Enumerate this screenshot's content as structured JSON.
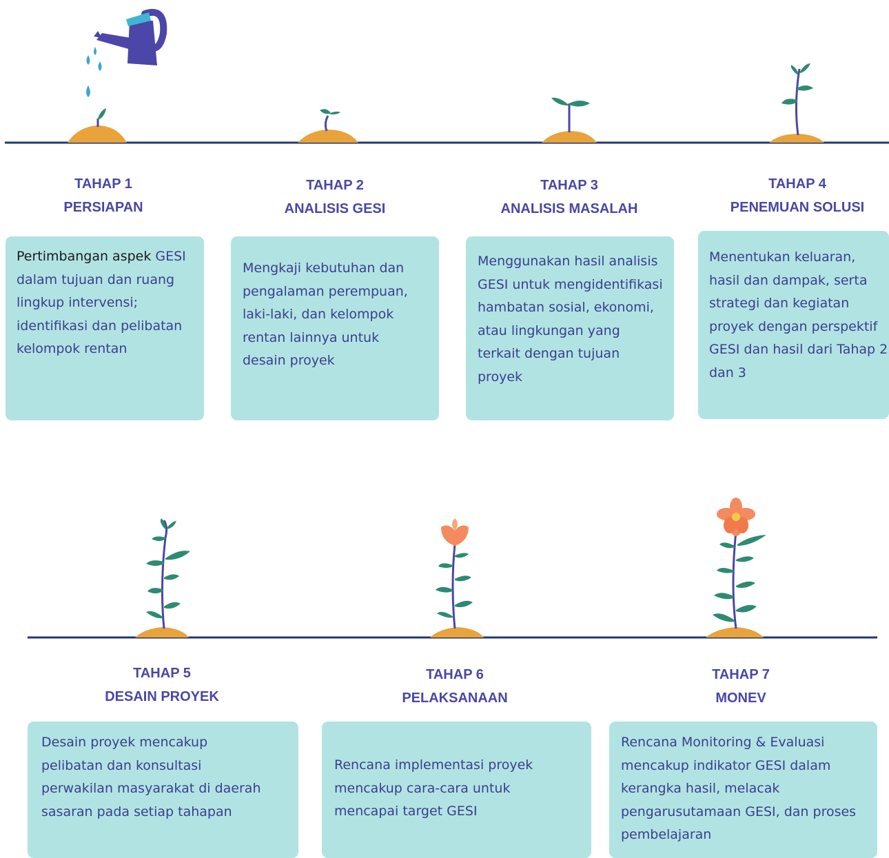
{
  "stages": [
    {
      "label": "TAHAP 1",
      "name": "PERSIAPAN",
      "desc_lead": "Pertimbangan aspek",
      "desc": "GESI dalam tujuan dan ruang lingkup intervensi; identifikasi dan pelibatan kelompok rentan"
    },
    {
      "label": "TAHAP 2",
      "name": "ANALISIS GESI",
      "desc": "Mengkaji kebutuhan dan pengalaman perempuan, laki-laki, dan kelompok rentan lainnya untuk desain proyek"
    },
    {
      "label": "TAHAP 3",
      "name": "ANALISIS MASALAH",
      "desc": "Menggunakan hasil analisis GESI untuk mengidentifikasi hambatan sosial, ekonomi, atau lingkungan yang terkait dengan tujuan proyek"
    },
    {
      "label": "TAHAP 4",
      "name": "PENEMUAN SOLUSI",
      "desc": "Menentukan keluaran, hasil dan dampak, serta strategi dan kegiatan proyek dengan perspektif GESI dan hasil dari Tahap 2 dan 3"
    },
    {
      "label": "TAHAP 5",
      "name": "DESAIN PROYEK",
      "desc": "Desain proyek mencakup pelibatan dan konsultasi perwakilan masyarakat di daerah sasaran pada setiap tahapan"
    },
    {
      "label": "TAHAP 6",
      "name": "PELAKSANAAN",
      "desc": "Rencana implementasi proyek mencakup cara-cara untuk mencapai target GESI"
    },
    {
      "label": "TAHAP 7",
      "name": "MONEV",
      "desc": "Rencana Monitoring & Evaluasi mencakup indikator GESI dalam kerangka hasil, melacak pengarusutamaan GESI, dan proses pembelajaran"
    }
  ],
  "illustrations": {
    "top_row": [
      "watering-can",
      "sprout",
      "seedling",
      "young-plant"
    ],
    "bottom_row": [
      "leafy-plant",
      "bud-flower",
      "blooming-flower"
    ]
  },
  "colors": {
    "title": "#4a47a3",
    "card_bg": "#b2e3e3",
    "card_text": "#3a3e8f",
    "ground_line": "#1f3a6e",
    "soil": "#e8a33a",
    "leaf": "#2e8a72",
    "stem": "#4b46a8",
    "petal": "#f48b5e"
  }
}
